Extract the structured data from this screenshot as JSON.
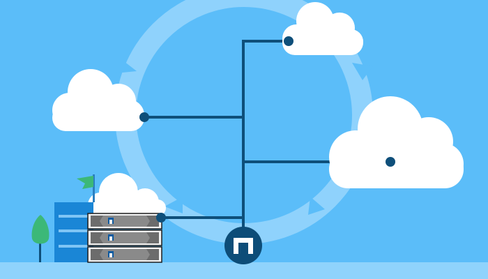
{
  "colors": {
    "sky": "#5bbdf9",
    "ring": "#8fd2fc",
    "ground": "#8fd3fc",
    "cloud": "#ffffff",
    "line": "#0e4f7a",
    "hub": "#0d4d78",
    "building": "#1a86d6",
    "building_stripe": "#7fc5f5",
    "flag": "#3cb878",
    "tree": "#3cb878",
    "server_body": "#8a8a8a",
    "server_face": "#f2f2f2"
  },
  "icons": {
    "hub": "netapp-logo-icon",
    "server_badge": "netapp-logo-icon"
  },
  "clouds": [
    {
      "name": "cloud-top-right"
    },
    {
      "name": "cloud-left"
    },
    {
      "name": "cloud-right-large"
    },
    {
      "name": "cloud-behind-building"
    }
  ],
  "servers": [
    {
      "name": "server-unit-1"
    },
    {
      "name": "server-unit-2"
    },
    {
      "name": "server-unit-3"
    }
  ]
}
